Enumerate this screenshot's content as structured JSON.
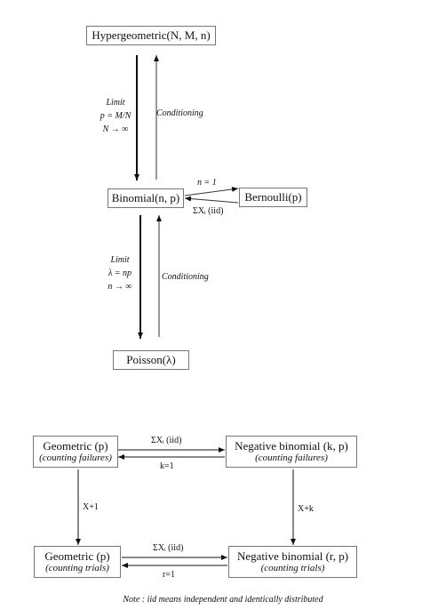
{
  "top_diagram": {
    "hypergeometric": "Hypergeometric(N, M, n)",
    "binomial": "Binomial(n, p)",
    "bernoulli": "Bernoulli(p)",
    "poisson": "Poisson(λ)",
    "limit_1": {
      "title": "Limit",
      "line1": "p = M/N",
      "line2": "N → ∞"
    },
    "conditioning_1": "Conditioning",
    "bern_top": "n = 1",
    "bern_bottom": "ΣXᵢ (iid)",
    "limit_2": {
      "title": "Limit",
      "line1": "λ = np",
      "line2": "n → ∞"
    },
    "conditioning_2": "Conditioning"
  },
  "bottom_diagram": {
    "geometric_failures": {
      "title": "Geometric (p)",
      "sub": "(counting failures)"
    },
    "negbin_failures": {
      "title": "Negative binomial (k, p)",
      "sub": "(counting failures)"
    },
    "geometric_trials": {
      "title": "Geometric (p)",
      "sub": "(counting trials)"
    },
    "negbin_trials": {
      "title": "Negative binomial (r, p)",
      "sub": "(counting trials)"
    },
    "sum_iid_top": "ΣXᵢ (iid)",
    "k_eq_1": "k=1",
    "x_plus_1": "X+1",
    "x_plus_k": "X+k",
    "sum_iid_bottom": "ΣXᵢ (iid)",
    "r_eq_1": "r=1"
  },
  "note": "Note : iid means independent and identically distributed"
}
